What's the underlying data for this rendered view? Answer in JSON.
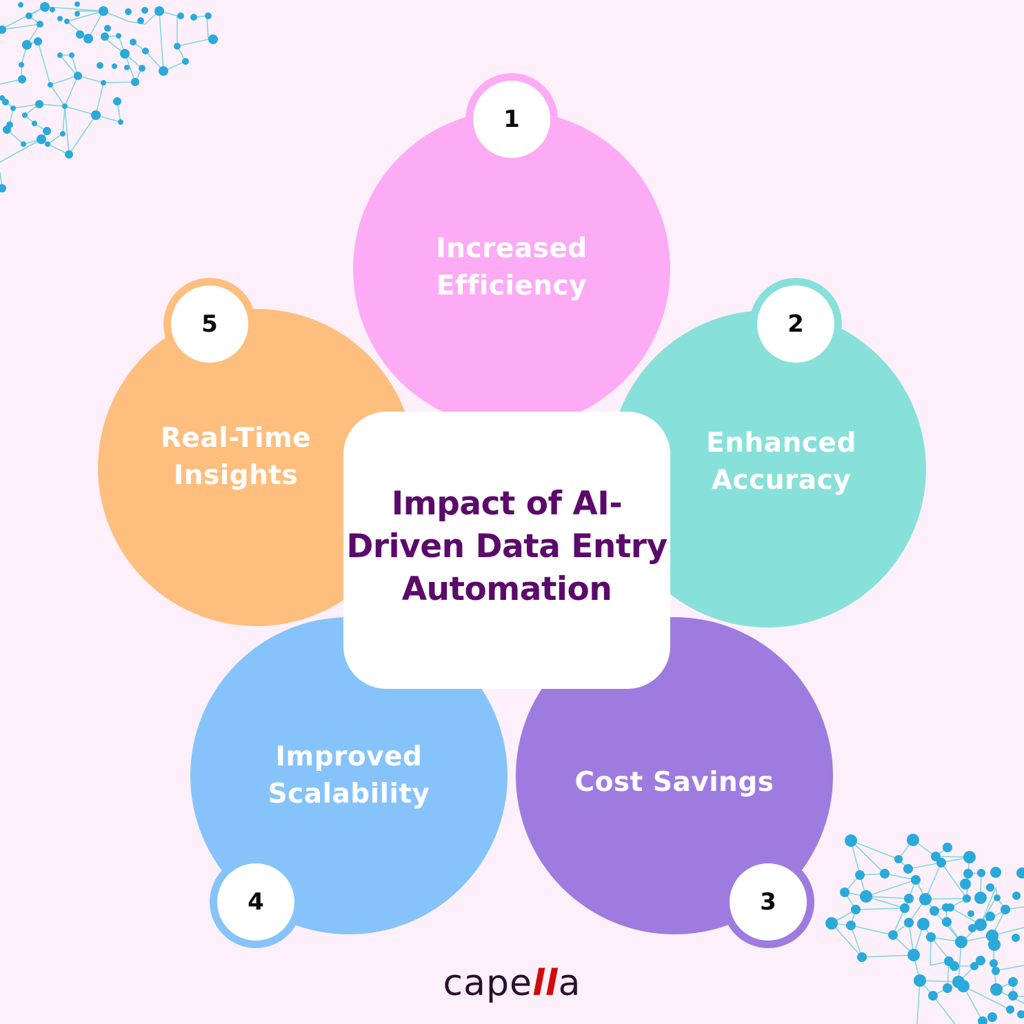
{
  "title": "Impact of AI-\nDriven Data Entry\nAutomation",
  "items": [
    {
      "number": "1",
      "label": "Increased\nEfficiency",
      "color": "#FDABF5"
    },
    {
      "number": "2",
      "label": "Enhanced\nAccuracy",
      "color": "#88E0DB"
    },
    {
      "number": "3",
      "label": "Cost Savings",
      "color": "#9E7BDF"
    },
    {
      "number": "4",
      "label": "Improved\nScalability",
      "color": "#86C3FB"
    },
    {
      "number": "5",
      "label": "Real-Time\nInsights",
      "color": "#FDBE7E"
    }
  ],
  "colors": {
    "background": "#FDF0FB",
    "title": "#5B0A6B",
    "network_node": "#2AA9DB",
    "network_edge": "#7FD8D8",
    "logo_text": "#2A0E2E",
    "logo_accent": "#D10A0A"
  },
  "logo": {
    "prefix": "cape",
    "accent": "ll",
    "suffix": "a"
  }
}
